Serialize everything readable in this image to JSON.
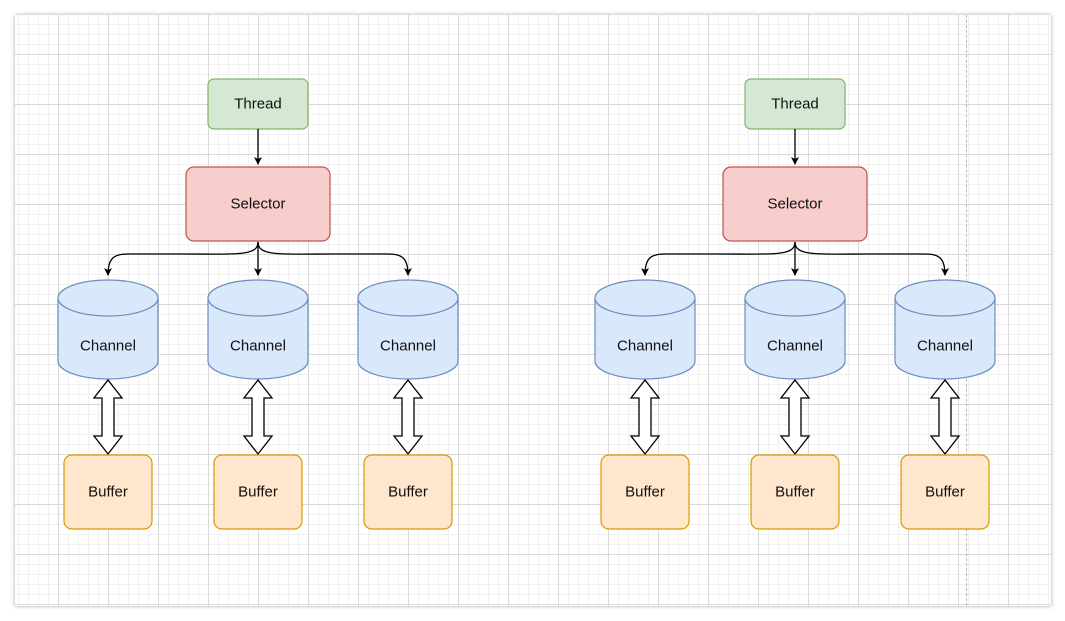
{
  "diagrams": [
    {
      "thread": {
        "label": "Thread",
        "fill": "#d5e8d4",
        "stroke": "#82b366"
      },
      "selector": {
        "label": "Selector",
        "fill": "#f8cecc",
        "stroke": "#b85450"
      },
      "channels": [
        {
          "label": "Channel",
          "buffer": "Buffer"
        },
        {
          "label": "Channel",
          "buffer": "Buffer"
        },
        {
          "label": "Channel",
          "buffer": "Buffer"
        }
      ]
    },
    {
      "thread": {
        "label": "Thread",
        "fill": "#d5e8d4",
        "stroke": "#82b366"
      },
      "selector": {
        "label": "Selector",
        "fill": "#f8cecc",
        "stroke": "#b85450"
      },
      "channels": [
        {
          "label": "Channel",
          "buffer": "Buffer"
        },
        {
          "label": "Channel",
          "buffer": "Buffer"
        },
        {
          "label": "Channel",
          "buffer": "Buffer"
        }
      ]
    }
  ],
  "colors": {
    "channel_fill": "#dae8fc",
    "channel_stroke": "#6c8ebf",
    "buffer_fill": "#ffe6cc",
    "buffer_stroke": "#d79b00"
  }
}
